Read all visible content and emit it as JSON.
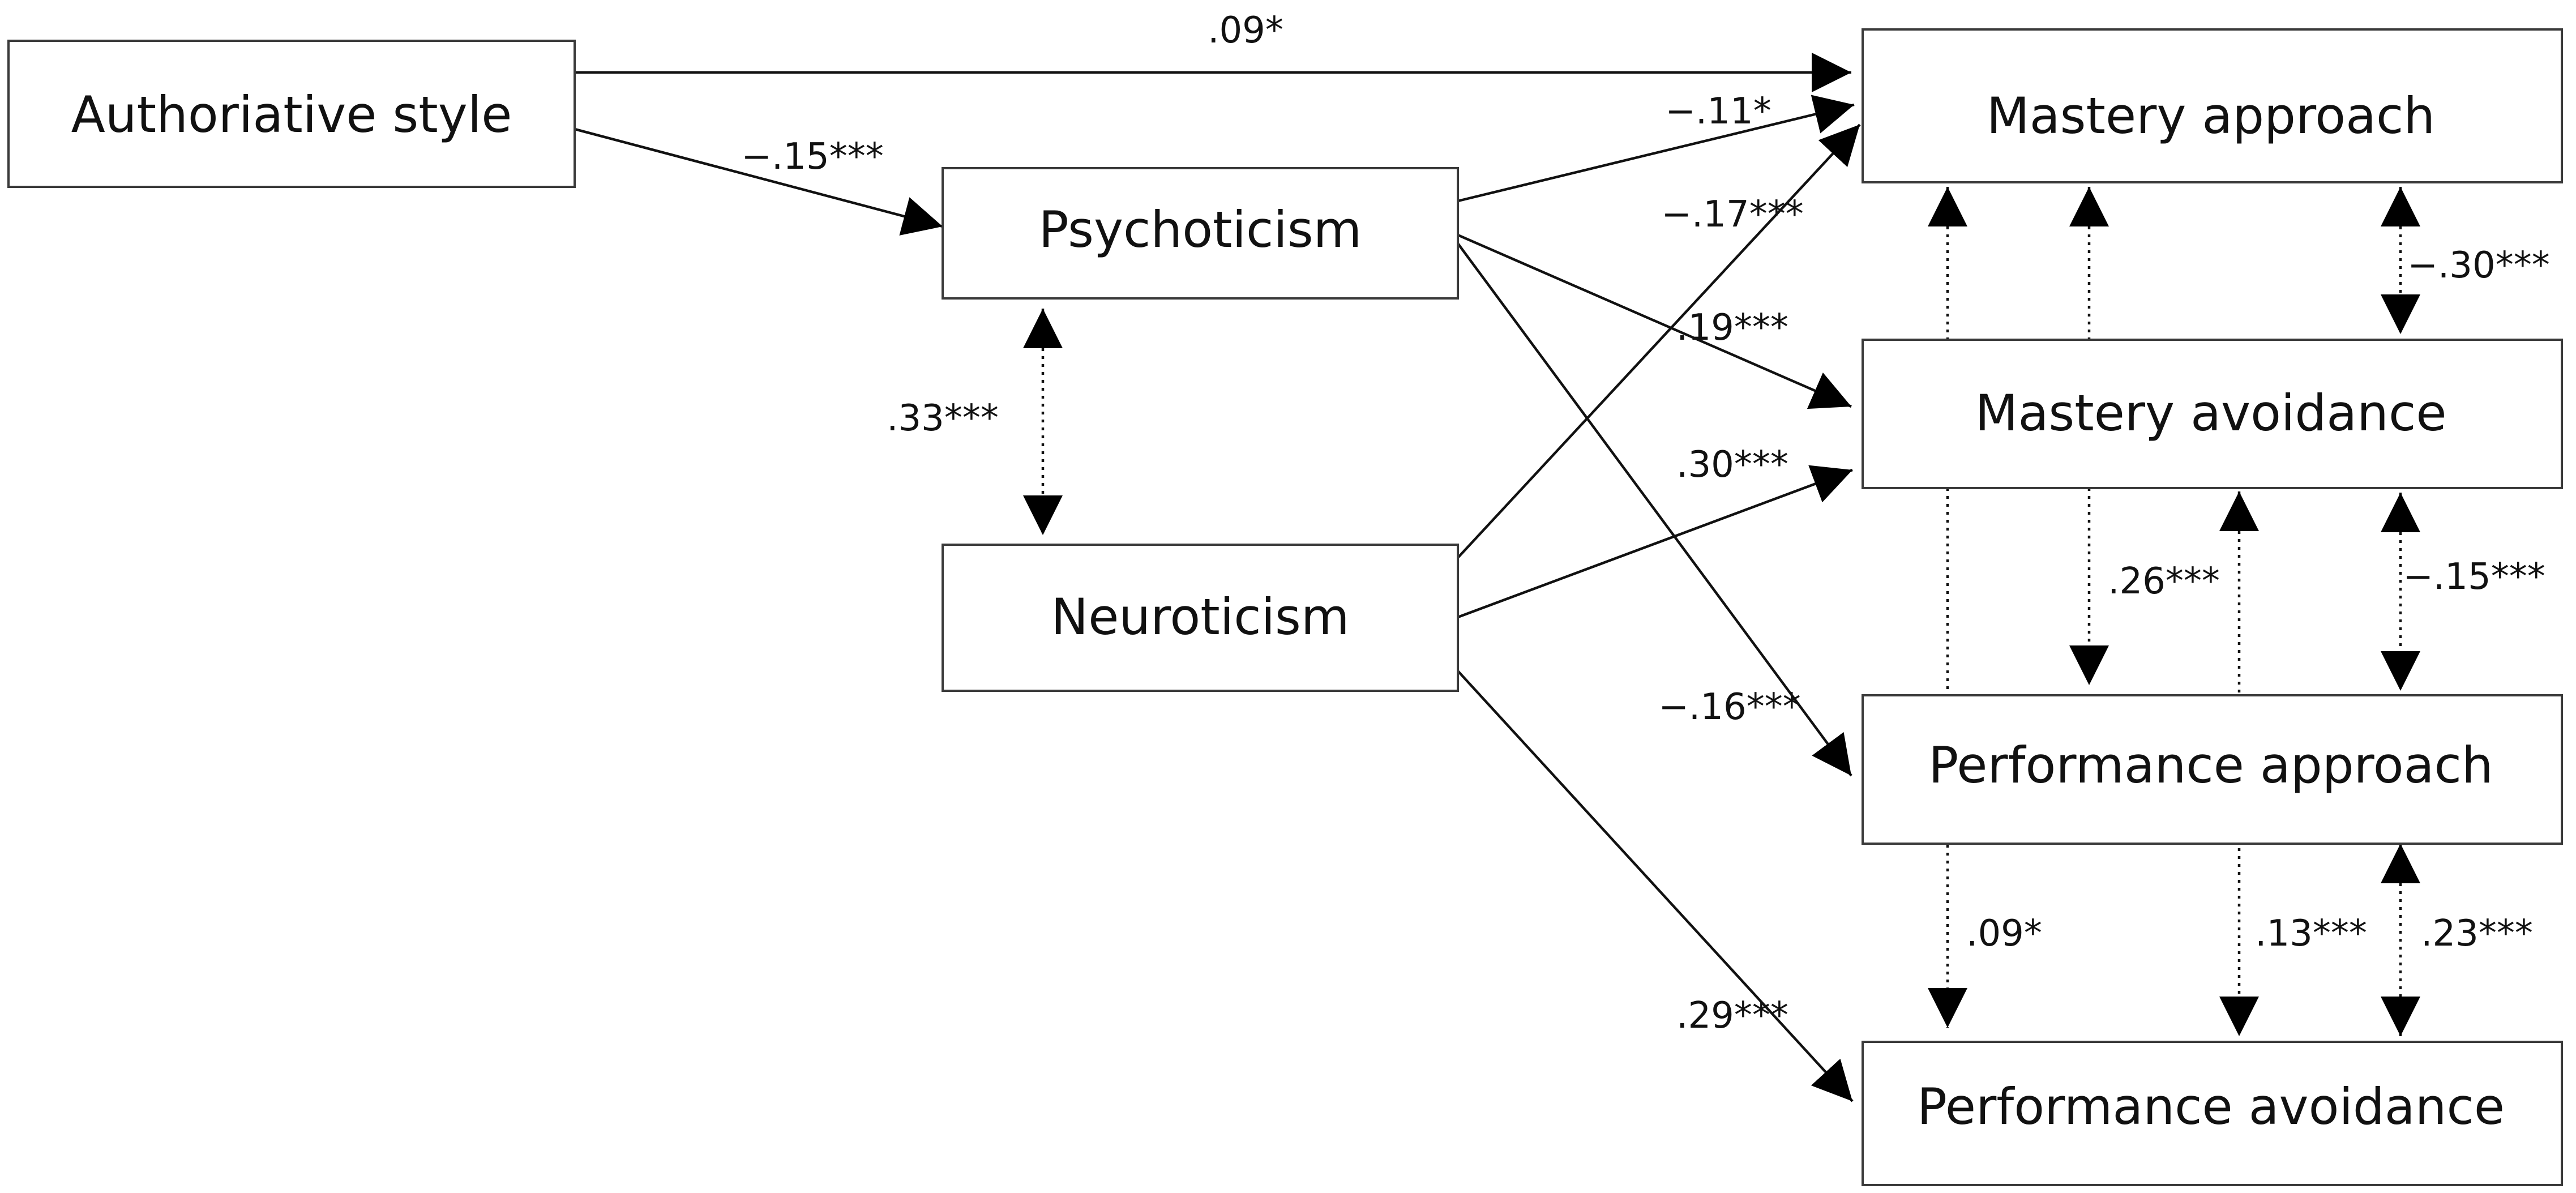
{
  "nodes": {
    "authoritative": "Authoriative style",
    "psychoticism": "Psychoticism",
    "neuroticism": "Neuroticism",
    "mastery_approach": "Mastery approach",
    "mastery_avoidance": "Mastery avoidance",
    "performance_approach": "Performance approach",
    "performance_avoidance": "Performance avoidance"
  },
  "paths": {
    "auth_to_mastery_approach": ".09*",
    "auth_to_psychoticism": "−.15***",
    "psych_to_mastery_approach": "−.11*",
    "neuro_to_mastery_approach": "−.17***",
    "psych_to_mastery_avoidance": ".19***",
    "neuro_to_mastery_avoidance": ".30***",
    "psych_to_performance_approach": "−.16***",
    "neuro_to_performance_avoidance": ".29***"
  },
  "correlations": {
    "psych_neuro": ".33***",
    "map_mav": "−.30***",
    "map_pap": ".26***",
    "mav_pap": "−.15***",
    "map_pav": ".09*",
    "mav_pav": ".13***",
    "pap_pav": ".23***"
  }
}
